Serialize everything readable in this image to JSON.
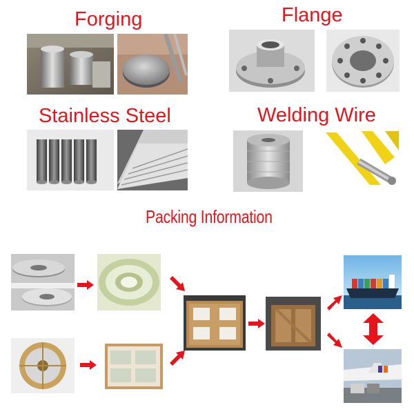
{
  "sections": {
    "forging": {
      "title": "Forging"
    },
    "flange": {
      "title": "Flange"
    },
    "stainless_steel": {
      "title": "Stainless Steel"
    },
    "welding_wire": {
      "title": "Welding Wire"
    }
  },
  "packing": {
    "title": "Packing Information"
  },
  "colors": {
    "title_red": "#e8141b",
    "arrow_red": "#e8141b",
    "background": "#ffffff"
  }
}
